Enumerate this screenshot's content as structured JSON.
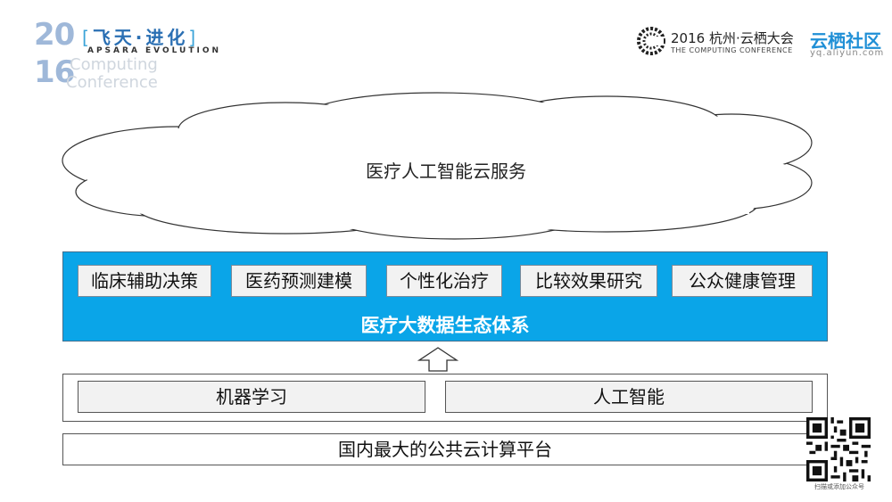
{
  "branding": {
    "year_top": "20",
    "year_bottom": "16",
    "event_title": "飞天·进化",
    "event_subtitle": "APSARA EVOLUTION",
    "ghost_line1": "Computing",
    "ghost_line2": "Conference",
    "conf_title": "2016 杭州·云栖大会",
    "conf_subtitle": "THE COMPUTING CONFERENCE",
    "community_name": "云栖社区",
    "community_url": "yq.aliyun.com"
  },
  "cloud": {
    "label": "医疗人工智能云服务"
  },
  "ecosystem": {
    "title": "医疗大数据生态体系",
    "items": [
      "临床辅助决策",
      "医药预测建模",
      "个性化治疗",
      "比较效果研究",
      "公众健康管理"
    ]
  },
  "middle_layer": {
    "items": [
      "机器学习",
      "人工智能"
    ]
  },
  "platform": {
    "label": "国内最大的公共云计算平台"
  },
  "qr": {
    "caption": "扫描或添加公众号"
  },
  "colors": {
    "panel_blue": "#0aa5e8",
    "brand_blue": "#1f8fd6"
  }
}
